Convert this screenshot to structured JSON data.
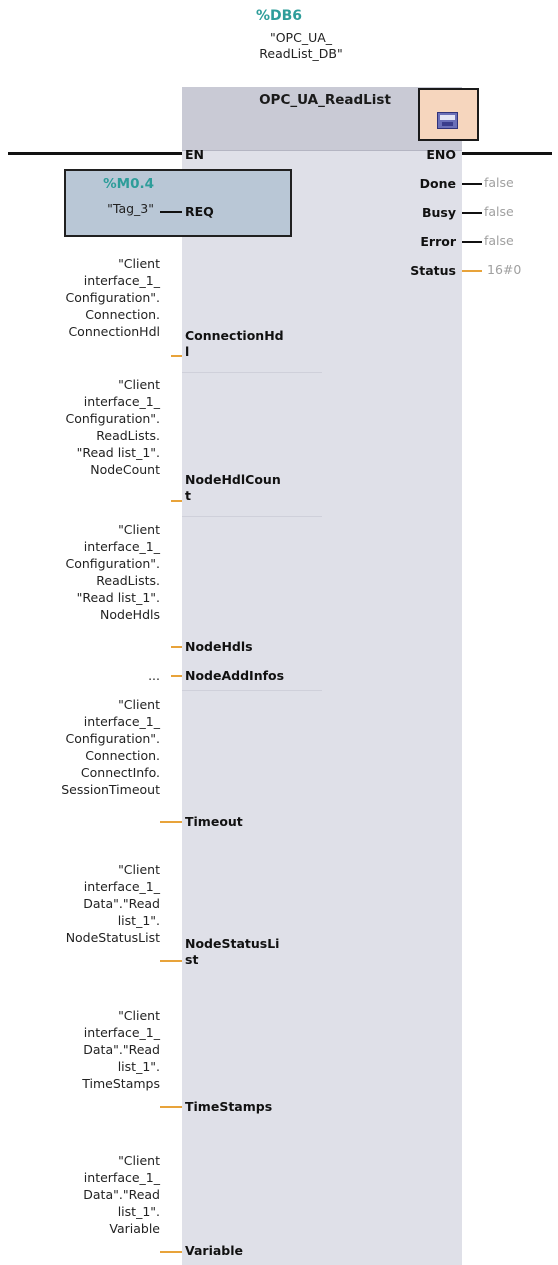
{
  "block": {
    "db_address": "%DB6",
    "db_name": "\"OPC_UA_\nReadList_DB\"",
    "title": "OPC_UA_ReadList"
  },
  "rails": {
    "en": "EN",
    "eno": "ENO"
  },
  "req": {
    "address": "%M0.4",
    "tag": "\"Tag_3\"",
    "pin": "REQ"
  },
  "outputs": [
    {
      "pin": "Done",
      "value": "false"
    },
    {
      "pin": "Busy",
      "value": "false"
    },
    {
      "pin": "Error",
      "value": "false"
    },
    {
      "pin": "Status",
      "value": "16#0"
    }
  ],
  "inputs": [
    {
      "pin": "ConnectionHd\nl",
      "param": "\"Client\ninterface_1_\nConfiguration\".\nConnection.\nConnectionHdl"
    },
    {
      "pin": "NodeHdlCoun\nt",
      "param": "\"Client\ninterface_1_\nConfiguration\".\nReadLists.\n\"Read list_1\".\nNodeCount"
    },
    {
      "pin": "NodeHdls",
      "param": "\"Client\ninterface_1_\nConfiguration\".\nReadLists.\n\"Read list_1\".\nNodeHdls"
    },
    {
      "pin": "NodeAddInfos",
      "param": "..."
    },
    {
      "pin": "Timeout",
      "param": "\"Client\ninterface_1_\nConfiguration\".\nConnection.\nConnectInfo.\nSessionTimeout"
    },
    {
      "pin": "NodeStatusLi\nst",
      "param": "\"Client\ninterface_1_\nData\".\"Read\nlist_1\".\nNodeStatusList"
    },
    {
      "pin": "TimeStamps",
      "param": "\"Client\ninterface_1_\nData\".\"Read\nlist_1\".\nTimeStamps"
    },
    {
      "pin": "Variable",
      "param": "\"Client\ninterface_1_\nData\".\"Read\nlist_1\".\nVariable"
    }
  ]
}
